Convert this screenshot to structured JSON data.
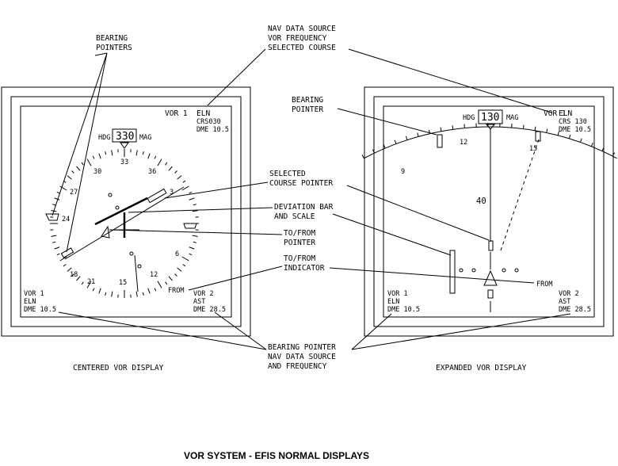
{
  "title": "VOR SYSTEM - EFIS NORMAL DISPLAYS",
  "callouts": {
    "bearing_pointers": [
      "BEARING",
      "POINTERS"
    ],
    "nav_data_source": [
      "NAV DATA SOURCE",
      "VOR FREQUENCY",
      "SELECTED COURSE"
    ],
    "bearing_pointer": [
      "BEARING",
      "POINTER"
    ],
    "selected_course_pointer": [
      "SELECTED",
      "COURSE POINTER"
    ],
    "deviation_bar": [
      "DEVIATION BAR",
      "AND SCALE"
    ],
    "to_from_pointer": [
      "TO/FROM",
      "POINTER"
    ],
    "to_from_indicator": [
      "TO/FROM",
      "INDICATOR"
    ],
    "bearing_pointer_nav": [
      "BEARING POINTER",
      "NAV DATA SOURCE",
      "AND FREQUENCY"
    ]
  },
  "centered_display": {
    "caption": "CENTERED VOR DISPLAY",
    "top_left": "VOR 1",
    "top_right": [
      "ELN",
      "CRS030",
      "DME 10.5"
    ],
    "hdg_label": "HDG",
    "hdg_value": "330",
    "mag_label": "MAG",
    "compass_labels": [
      "30",
      "33",
      "36",
      "27",
      "24",
      "3",
      "6",
      "21",
      "18",
      "15",
      "12"
    ],
    "from_label": "FROM",
    "bottom_left": [
      "VOR 1",
      "ELN",
      "DME 10.5"
    ],
    "bottom_right": [
      "VOR 2",
      "AST",
      "DME 28.5"
    ]
  },
  "expanded_display": {
    "caption": "EXPANDED VOR DISPLAY",
    "top_right": [
      "VOR 1",
      "ELN",
      "CRS 130",
      "DME 10.5"
    ],
    "hdg_label": "HDG",
    "hdg_value": "130",
    "mag_label": "MAG",
    "arc_labels": [
      "9",
      "12",
      "15"
    ],
    "range_label": "40",
    "from_label": "FROM",
    "bottom_left": [
      "VOR 1",
      "ELN",
      "DME 10.5"
    ],
    "bottom_right": [
      "VOR 2",
      "AST",
      "DME 28.5"
    ]
  }
}
